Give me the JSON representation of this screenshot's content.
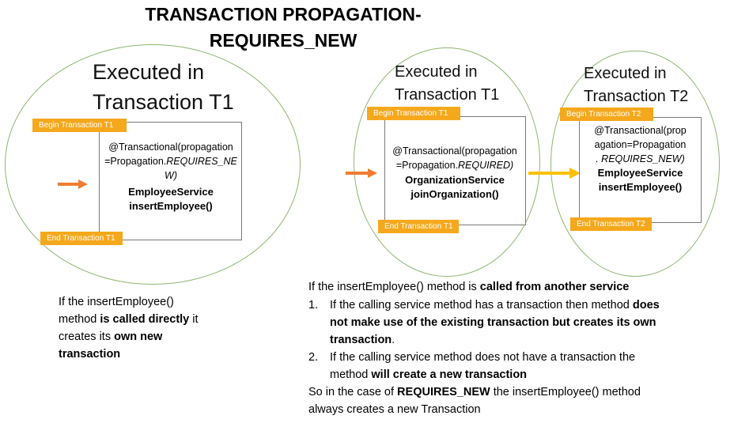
{
  "title_line1": "TRANSACTION PROPAGATION-",
  "title_line2": "REQUIRES_NEW",
  "left": {
    "heading_line1": "Executed in",
    "heading_line2": "Transaction T1",
    "begin_tag": "Begin Transaction  T1",
    "end_tag": "End Transaction T1",
    "annotation_line1": "@Transactional(propagation",
    "annotation_line2": "=Propagation.",
    "annotation_italic1": "REQUIRES_NE",
    "annotation_italic2": "W)",
    "service": "EmployeeService",
    "method": "insertEmployee()",
    "note": {
      "p1": "If the insertEmployee()",
      "p2": "method ",
      "p3": "is called directly",
      "p4": " it",
      "p5": "creates its ",
      "p6": "own new",
      "p7": "transaction"
    }
  },
  "middle": {
    "heading_line1": "Executed in",
    "heading_line2": "Transaction T1",
    "begin_tag": "Begin Transaction  T1",
    "end_tag": "End Transaction T1",
    "annotation_line1": "@Transactional(propagation",
    "annotation_line2": "=Propagation.",
    "annotation_italic": "REQUIRED)",
    "service": "OrganizationService",
    "method": "joinOrganization()"
  },
  "right": {
    "heading_line1": "Executed in",
    "heading_line2": "Transaction T2",
    "begin_tag": "Begin Transaction  T2",
    "end_tag": "End Transaction T2",
    "annotation_line1": "@Transactional(prop",
    "annotation_line2": "agation=Propagation",
    "annotation_italic": ". REQUIRES_NEW)",
    "service": "EmployeeService",
    "method": "insertEmployee()"
  },
  "bottom_note": {
    "intro1": "If the insertEmployee()  method is ",
    "intro2": "called from another service",
    "item1_num": "1.",
    "item1_a": "If the calling service method has a transaction then method ",
    "item1_b": "does",
    "item1_c": "not make use of the existing transaction but creates its own",
    "item1_d": "transaction",
    "item1_e": ".",
    "item2_num": "2.",
    "item2_a": "If the calling service method does not have a transaction the",
    "item2_b": "method ",
    "item2_c": "will create a new transaction",
    "outro1": "So in the case of ",
    "outro2": "REQUIRES_NEW",
    "outro3": " the insertEmployee() method",
    "outro4": "always creates a new Transaction"
  },
  "colors": {
    "circle": "#8fb56f",
    "tag": "#f5a81c",
    "arrow_orange": "#ee7d31",
    "arrow_yellow": "#fcc000"
  }
}
